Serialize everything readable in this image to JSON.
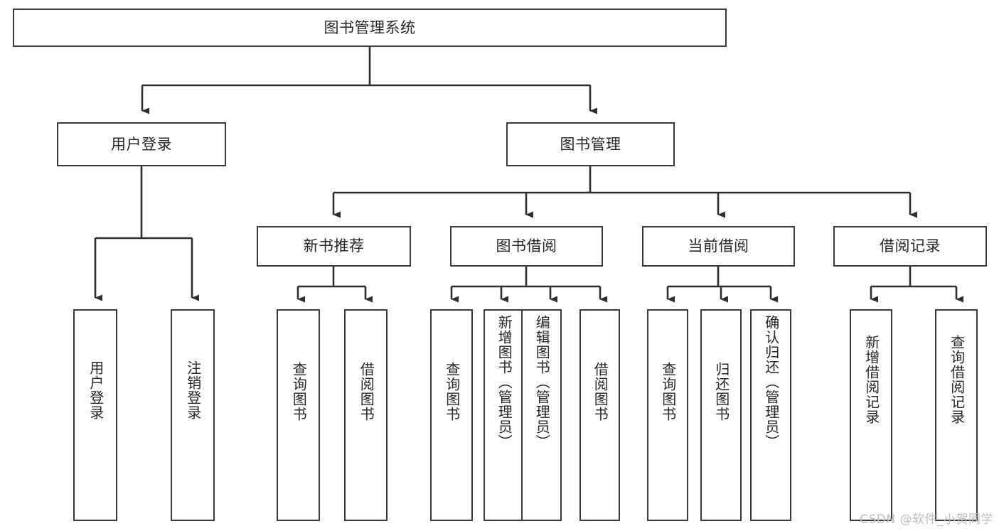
{
  "diagram": {
    "title": "图书管理系统",
    "type": "tree-hierarchy",
    "background_color": "#ffffff",
    "node_border_color": "#3a3a3a",
    "node_fill_color": "#ffffff",
    "connector_color": "#2e2e2e",
    "root": {
      "id": "root",
      "label": "图书管理系统",
      "orientation": "horizontal"
    },
    "level1": [
      {
        "id": "user-login",
        "label": "用户登录",
        "orientation": "horizontal"
      },
      {
        "id": "book-management",
        "label": "图书管理",
        "orientation": "horizontal"
      }
    ],
    "level2": [
      {
        "id": "new-book-recommend",
        "label": "新书推荐",
        "parent": "book-management",
        "orientation": "horizontal"
      },
      {
        "id": "book-borrow",
        "label": "图书借阅",
        "parent": "book-management",
        "orientation": "horizontal"
      },
      {
        "id": "current-borrow",
        "label": "当前借阅",
        "parent": "book-management",
        "orientation": "horizontal"
      },
      {
        "id": "borrow-record",
        "label": "借阅记录",
        "parent": "book-management",
        "orientation": "horizontal"
      }
    ],
    "leaves": [
      {
        "id": "leaf-user-login",
        "label": "用户登录",
        "parent": "user-login",
        "orientation": "vertical"
      },
      {
        "id": "leaf-user-logout",
        "label": "注销登录",
        "parent": "user-login",
        "orientation": "vertical"
      },
      {
        "id": "leaf-query-book-1",
        "label": "查询图书",
        "parent": "new-book-recommend",
        "orientation": "vertical"
      },
      {
        "id": "leaf-borrow-book-1",
        "label": "借阅图书",
        "parent": "new-book-recommend",
        "orientation": "vertical"
      },
      {
        "id": "leaf-query-book-2",
        "label": "查询图书",
        "parent": "book-borrow",
        "orientation": "vertical"
      },
      {
        "id": "leaf-add-book",
        "label": "新增图书（管理员）",
        "parent": "book-borrow",
        "orientation": "vertical"
      },
      {
        "id": "leaf-edit-book",
        "label": "编辑图书（管理员）",
        "parent": "book-borrow",
        "orientation": "vertical"
      },
      {
        "id": "leaf-borrow-book-2",
        "label": "借阅图书",
        "parent": "book-borrow",
        "orientation": "vertical"
      },
      {
        "id": "leaf-query-book-3",
        "label": "查询图书",
        "parent": "current-borrow",
        "orientation": "vertical"
      },
      {
        "id": "leaf-return-book",
        "label": "归还图书",
        "parent": "current-borrow",
        "orientation": "vertical"
      },
      {
        "id": "leaf-confirm-return",
        "label": "确认归还（管理员）",
        "parent": "current-borrow",
        "orientation": "vertical"
      },
      {
        "id": "leaf-add-record",
        "label": "新增借阅记录",
        "parent": "borrow-record",
        "orientation": "vertical"
      },
      {
        "id": "leaf-query-record",
        "label": "查询借阅记录",
        "parent": "borrow-record",
        "orientation": "vertical"
      }
    ]
  },
  "watermark": {
    "text": "CSDN @软件_小贺同学"
  }
}
